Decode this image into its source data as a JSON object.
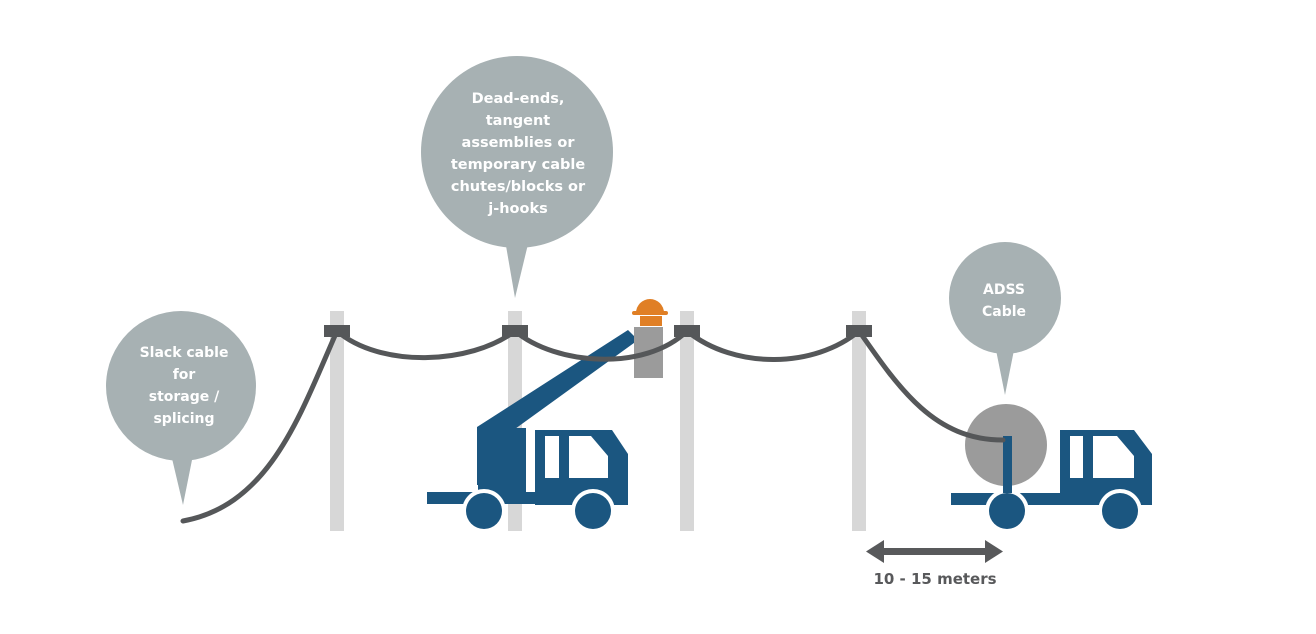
{
  "callouts": {
    "slack": [
      "Slack cable",
      "for",
      "storage /",
      "splicing"
    ],
    "deadends": [
      "Dead-ends,",
      "tangent",
      "assemblies or",
      "temporary cable",
      "chutes/blocks or",
      "j-hooks"
    ],
    "adss": [
      "ADSS",
      "Cable"
    ]
  },
  "distance_label": "10 - 15 meters",
  "colors": {
    "bubble": "#a7b1b3",
    "pole": "#d7d7d7",
    "cable": "#555759",
    "truck": "#1b5680",
    "reel": "#9b9b9b",
    "helmet": "#e07f25",
    "arrow": "#58595b"
  }
}
